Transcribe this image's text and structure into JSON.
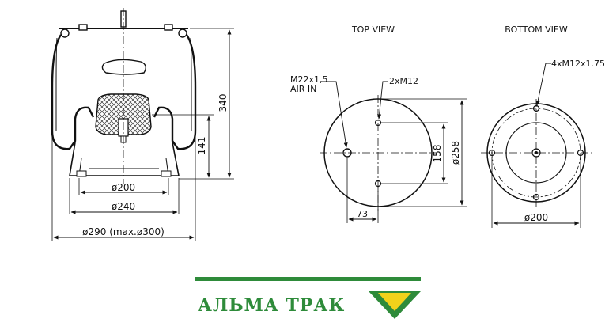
{
  "views": {
    "top_label": "TOP VIEW",
    "bottom_label": "BOTTOM VIEW"
  },
  "side_view": {
    "dim_height_total": "340",
    "dim_height_piston": "141",
    "dim_d200": "ø200",
    "dim_d240": "ø240",
    "dim_d290": "ø290 (max.ø300)"
  },
  "top_view": {
    "air_in_thread": "M22x1,5",
    "air_in_label": "AIR IN",
    "bolts": "2xM12",
    "dim_158": "158",
    "dim_258": "ø258",
    "dim_73": "73"
  },
  "bottom_view": {
    "bolts": "4xM12x1.75",
    "dim_200": "ø200"
  },
  "brand": {
    "name": "АЛЬМА ТРАК",
    "green": "#2e8b3a",
    "yellow": "#f2d21b"
  }
}
